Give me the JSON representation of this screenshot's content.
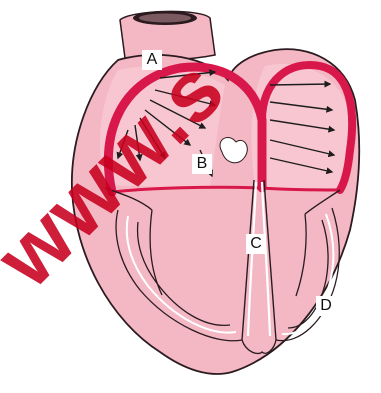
{
  "labels": {
    "a": "A",
    "b": "B",
    "c": "C",
    "d": "D"
  },
  "watermark": "www.s",
  "colors": {
    "tissue": "#f4b8c5",
    "tissue_dark": "#e89aad",
    "outline": "#2b1b20",
    "conduction": "#d8184a",
    "arrows": "#1d1d1d"
  },
  "icons": [
    "sinoatrial-node-icon",
    "arrow-icon"
  ]
}
